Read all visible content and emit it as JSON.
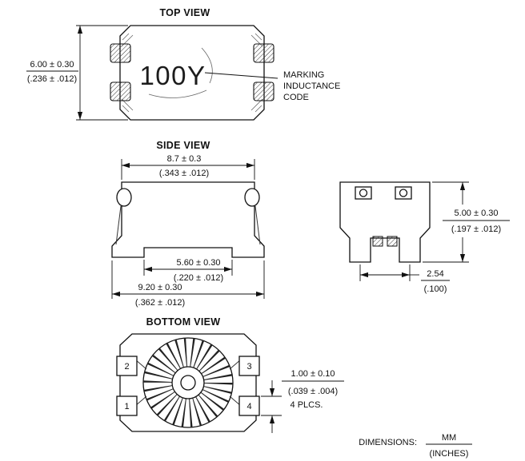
{
  "views": {
    "top": "TOP VIEW",
    "side": "SIDE VIEW",
    "bottom": "BOTTOM VIEW"
  },
  "marking": {
    "code": "100Y",
    "note": [
      "MARKING",
      "INDUCTANCE",
      "CODE"
    ]
  },
  "dims": {
    "top_height": {
      "mm": "6.00 ± 0.30",
      "inch": "(.236 ± .012)"
    },
    "side_body_width": {
      "mm": "8.7 ± 0.3",
      "inch": "(.343 ± .012)"
    },
    "side_inner_span": {
      "mm": "5.60 ± 0.30",
      "inch": "(.220 ± .012)"
    },
    "side_overall_width": {
      "mm": "9.20 ± 0.30",
      "inch": "(.362 ± .012)"
    },
    "end_height": {
      "mm": "5.00 ± 0.30",
      "inch": "(.197 ± .012)"
    },
    "lead_pitch": {
      "mm": "2.54",
      "inch": "(.100)"
    },
    "pad_size": {
      "mm": "1.00 ± 0.10",
      "inch": "(.039 ± .004)",
      "note": "4 PLCS."
    }
  },
  "pads": {
    "p1": "1",
    "p2": "2",
    "p3": "3",
    "p4": "4"
  },
  "legend": {
    "label": "DIMENSIONS:",
    "mm": "MM",
    "inch": "(INCHES)"
  }
}
